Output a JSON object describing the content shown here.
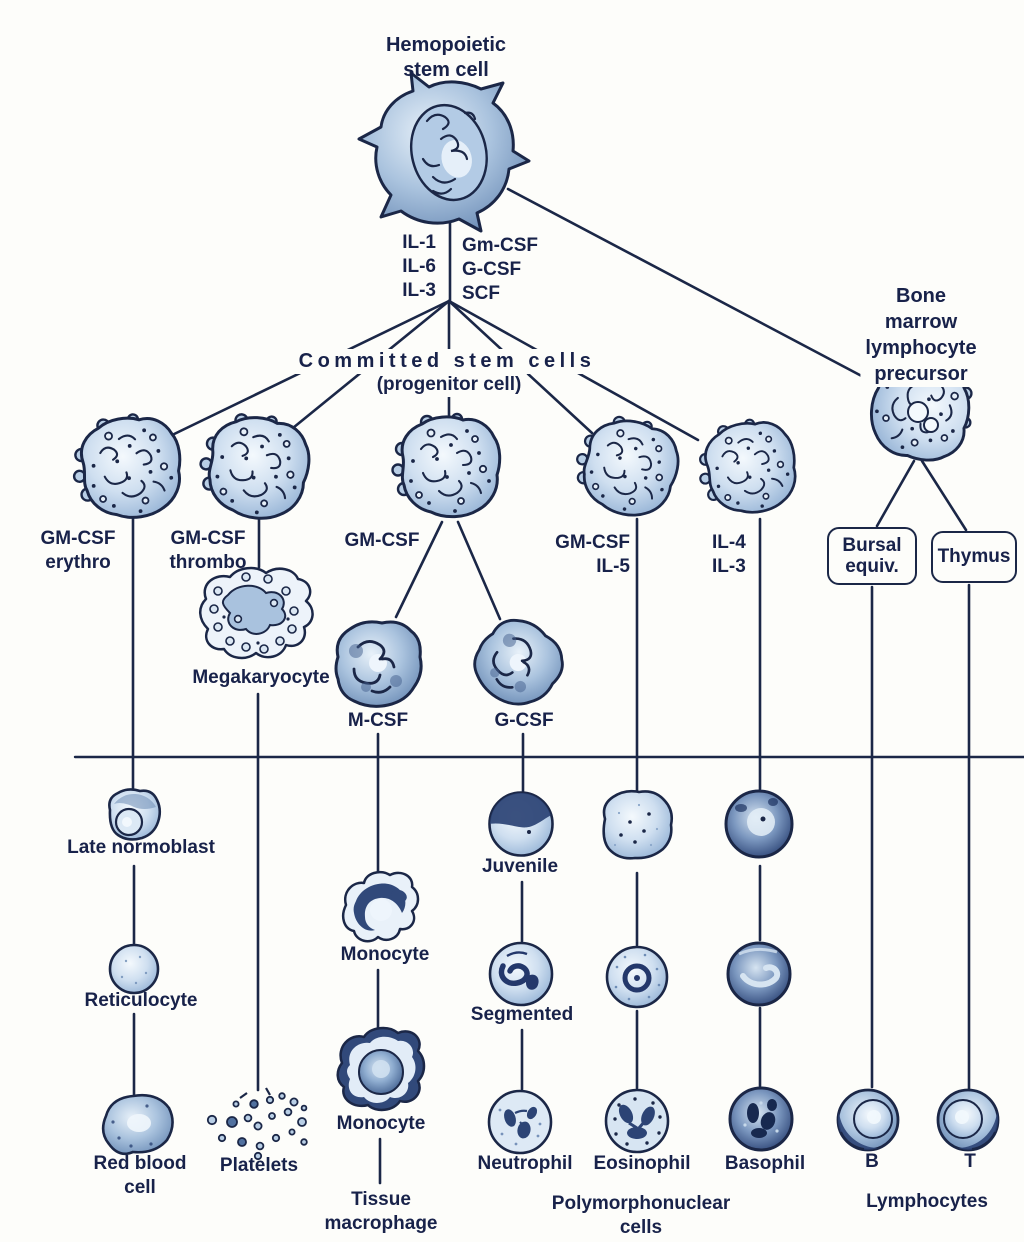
{
  "palette": {
    "ink": "#1b2747",
    "cell_light": "#c9dbee",
    "cell_mid": "#8fadd0",
    "cell_dark": "#31497a",
    "background": "#fdfdfa"
  },
  "labels": {
    "hemopoietic_stem_cell": "Hemopoietic\nstem cell",
    "cytokines_left": "IL-1\nIL-6\nIL-3",
    "cytokines_right": "Gm-CSF\nG-CSF\nSCF",
    "committed_title": "Committed stem cells",
    "committed_subtitle": "(progenitor cell)",
    "bone_marrow_precursor": "Bone marrow\nlymphocyte\nprecursor",
    "gm_csf_erythro": "GM-CSF\nerythro",
    "gm_csf_thrombo": "GM-CSF\nthrombo",
    "gm_csf": "GM-CSF",
    "gm_csf_il5": "GM-CSF\nIL-5",
    "il4_il3": "IL-4\nIL-3",
    "bursal_equiv": "Bursal\nequiv.",
    "thymus": "Thymus",
    "megakaryocyte": "Megakaryocyte",
    "m_csf": "M-CSF",
    "g_csf": "G-CSF",
    "late_normoblast": "Late normoblast",
    "reticulocyte": "Reticulocyte",
    "red_blood_cell": "Red blood\ncell",
    "platelets": "Platelets",
    "monocyte_upper": "Monocyte",
    "monocyte_lower": "Monocyte",
    "tissue_macrophage": "Tissue\nmacrophage",
    "juvenile": "Juvenile",
    "segmented": "Segmented",
    "neutrophil": "Neutrophil",
    "eosinophil": "Eosinophil",
    "basophil": "Basophil",
    "polymorphonuclear_cells": "Polymorphonuclear\ncells",
    "b_lymphocyte": "B",
    "t_lymphocyte": "T",
    "lymphocytes": "Lymphocytes"
  }
}
